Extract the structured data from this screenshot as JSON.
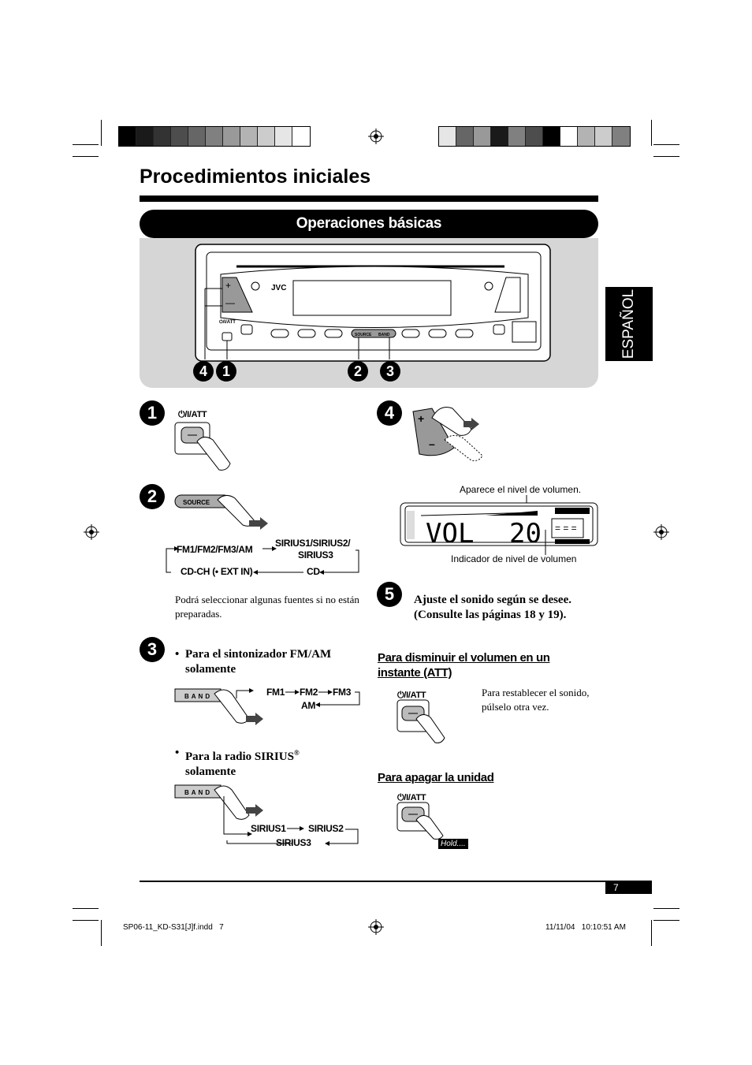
{
  "header": {
    "title": "Procedimientos iniciales",
    "section": "Operaciones básicas",
    "language_tab": "ESPAÑOL"
  },
  "colors": {
    "strip_left": [
      "#000000",
      "#1a1a1a",
      "#333333",
      "#4d4d4d",
      "#666666",
      "#808080",
      "#999999",
      "#b3b3b3",
      "#cccccc",
      "#e6e6e6",
      "#ffffff"
    ],
    "strip_right": [
      "#e6e6e6",
      "#666666",
      "#999999",
      "#1a1a1a",
      "#808080",
      "#4d4d4d",
      "#000000",
      "#ffffff",
      "#b3b3b3",
      "#cccccc",
      "#808080"
    ]
  },
  "device": {
    "brand": "JVC",
    "power_label": "⏻/I/ATT",
    "source_label": "SOURCE",
    "band_label": "BAND",
    "callouts": [
      "4",
      "1",
      "2",
      "3"
    ]
  },
  "steps": {
    "s1": {
      "num": "1",
      "button_label": "⏻/I/ATT"
    },
    "s2": {
      "num": "2",
      "button_label": "SOURCE",
      "flow": {
        "a": "FM1/FM2/FM3/AM",
        "b1": "SIRIUS1/SIRIUS2/",
        "b2": "SIRIUS3",
        "c": "CD",
        "d": "CD-CH (• EXT IN)"
      },
      "note": "Podrá seleccionar algunas fuentes si no están preparadas."
    },
    "s3": {
      "num": "3",
      "bullet1": "Para el sintonizador FM/AM solamente",
      "band_label": "BAND",
      "flow1": {
        "fm1": "FM1",
        "fm2": "FM2",
        "fm3": "FM3",
        "am": "AM"
      },
      "bullet2_a": "Para la radio SIRIUS",
      "bullet2_reg": "®",
      "bullet2_b": "solamente",
      "flow2": {
        "s1": "SIRIUS1",
        "s2": "SIRIUS2",
        "s3": "SIRIUS3"
      }
    },
    "s4": {
      "num": "4",
      "caption_top": "Aparece el nivel de volumen.",
      "display_text": "VOL",
      "display_value": "20",
      "caption_bottom": "Indicador de nivel de volumen"
    },
    "s5": {
      "num": "5",
      "line1": "Ajuste el sonido según se desee.",
      "line2": "(Consulte las páginas 18 y 19)."
    }
  },
  "att": {
    "heading": "Para disminuir el volumen en un instante (ATT)",
    "button_label": "⏻/I/ATT",
    "note": "Para restablecer el sonido, púlselo otra vez."
  },
  "power_off": {
    "heading": "Para apagar la unidad",
    "button_label": "⏻/I/ATT",
    "hold": "Hold...."
  },
  "footer": {
    "page": "7",
    "file": "SP06-11_KD-S31[J]f.indd   7",
    "date": "11/11/04   10:10:51 AM"
  }
}
